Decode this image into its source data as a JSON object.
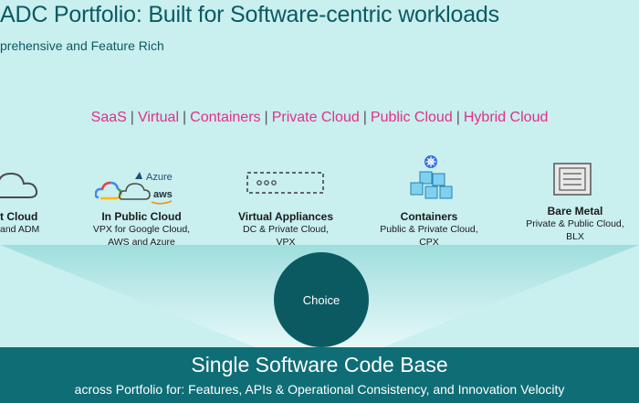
{
  "slide": {
    "title": "ADC Portfolio: Built for Software-centric workloads",
    "subtitle": "prehensive and Feature Rich"
  },
  "deployments": {
    "items": [
      "SaaS",
      "Virtual",
      "Containers",
      "Private Cloud",
      "Public Cloud",
      "Hybrid Cloud"
    ],
    "separator": "|",
    "color": "#e2308a"
  },
  "columns": [
    {
      "head": "t Cloud",
      "desc": [
        "and ADM"
      ],
      "icon": "cloud-icon"
    },
    {
      "head": "In Public Cloud",
      "desc": [
        "VPX for Google Cloud,",
        "AWS and Azure"
      ],
      "icon": "public-cloud-logos-icon",
      "azure_label": "Azure",
      "aws_label": "aws"
    },
    {
      "head": "Virtual Appliances",
      "desc": [
        "DC & Private Cloud,",
        "VPX"
      ],
      "icon": "virtual-appliance-icon"
    },
    {
      "head": "Containers",
      "desc": [
        "Public & Private Cloud,",
        "CPX"
      ],
      "icon": "containers-icon"
    },
    {
      "head": "Bare Metal",
      "desc": [
        "Private & Public Cloud,",
        "BLX"
      ],
      "icon": "server-icon"
    }
  ],
  "choice": {
    "label": "Choice"
  },
  "footer": {
    "title": "Single Software Code Base",
    "subtitle": "across Portfolio for: Features, APIs & Operational Consistency, and Innovation Velocity"
  },
  "colors": {
    "background": "#c9efef",
    "teal_dark": "#0b5a62",
    "bar": "#0f6d76",
    "accent_pink": "#e2308a"
  }
}
